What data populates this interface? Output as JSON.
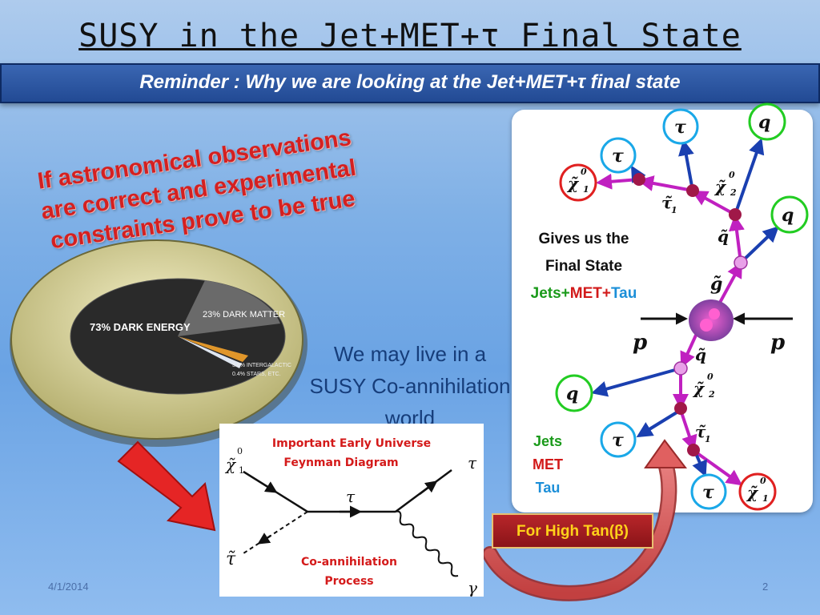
{
  "slide": {
    "title": "SUSY in the Jet+MET+τ Final State",
    "subtitle": "Reminder : Why we are looking at the Jet+MET+τ  final state",
    "astro_text": [
      "If astronomical observations",
      "are correct and experimental",
      "constraints prove to be true"
    ],
    "may_live_text": [
      "We may live in a",
      "SUSY Co-annihilation",
      "world"
    ],
    "date": "4/1/2014",
    "page_number": "2"
  },
  "pie": {
    "dark_energy_label": "73% DARK ENERGY",
    "dark_matter_label": "23% DARK MATTER",
    "intergalactic_label": "3.6% INTERGALACTIC",
    "stars_label": "0.4% STARS, ETC."
  },
  "feynman": {
    "title_line1": "Important Early Universe",
    "title_line2": "Feynman Diagram",
    "process_line1": "Co-annihilation",
    "process_line2": "Process",
    "chi_label": "χ̃",
    "chi_sup": "0",
    "chi_sub": "1",
    "tau_in_label": "τ̃",
    "tau_mid_label": "τ",
    "tau_out_label": "τ",
    "gamma_label": "γ"
  },
  "decay": {
    "gives_line1": "Gives us the",
    "gives_line2": "Final State",
    "jets": "Jets+",
    "met": "MET+",
    "tau": "Tau",
    "legend_jets": "Jets",
    "legend_met": "MET",
    "legend_tau": "Tau",
    "high_tan": "For High Tan(β)",
    "p_label": "p",
    "q_label": "q",
    "tau_label": "τ",
    "chi1_label": "χ̃",
    "chi1_sup": "0",
    "chi1_sub": "1",
    "chi2_label": "χ̃",
    "chi2_sup": "0",
    "chi2_sub": "2",
    "stau_label": "τ̃",
    "stau_sub": "1",
    "squark_label": "q̃",
    "gluino_label": "g̃"
  },
  "colors": {
    "q_circle": "#22cc22",
    "tau_circle": "#1aa8e8",
    "chi_circle": "#e02020",
    "sparticle_line": "#c020c0",
    "particle_line": "#1a3fb0",
    "accent_red": "#d42020"
  }
}
